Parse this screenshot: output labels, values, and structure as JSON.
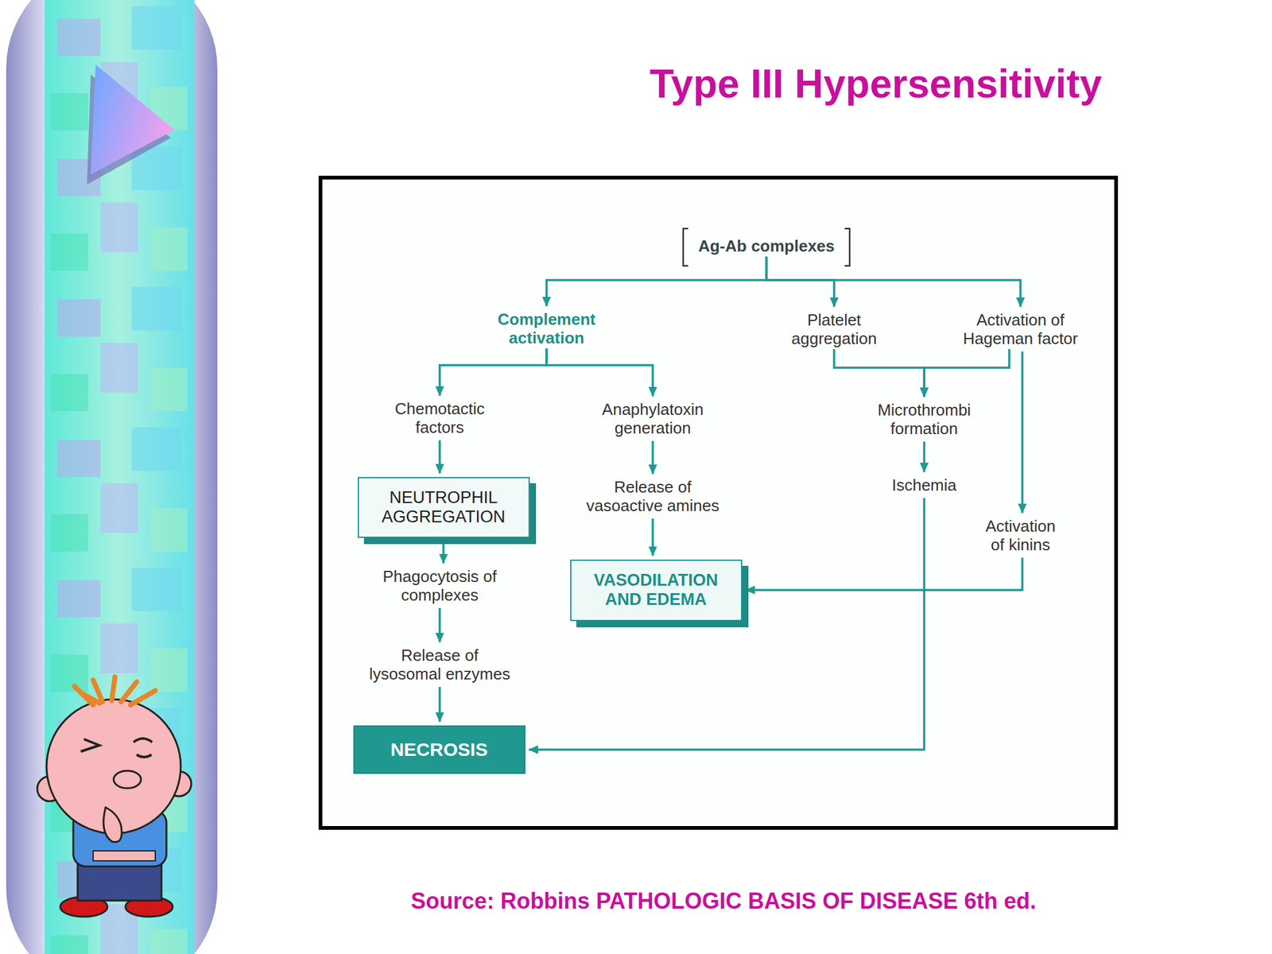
{
  "diagram": {
    "title": "Type III Hypersensitivity",
    "caption": "Source: Robbins PATHOLOGIC BASIS OF DISEASE 6th ed.",
    "nodes": [
      {
        "text": [
          "Ag-Ab complexes"
        ]
      },
      {
        "text": [
          "Complement activation"
        ]
      },
      {
        "text": [
          "Platelet aggregation"
        ]
      },
      {
        "text": [
          "Activation of Hageman factor"
        ]
      },
      {
        "text": [
          "Chemotactic factors"
        ]
      },
      {
        "text": [
          "Anaphylatoxin generation"
        ]
      },
      {
        "text": [
          "Microthrombi formation"
        ]
      },
      {
        "text": [
          "NEUTROPHIL AGGREGATION"
        ]
      },
      {
        "text": [
          "Release of vasoactive amines"
        ]
      },
      {
        "text": [
          "Ischemia"
        ]
      },
      {
        "text": [
          "Activation of kinins"
        ]
      },
      {
        "text": [
          "Phagocytosis of complexes"
        ]
      },
      {
        "text": [
          "VASODILATION AND EDEMA"
        ]
      },
      {
        "text": [
          "Release of lysosomal enzymes"
        ]
      },
      {
        "text": [
          "NECROSIS"
        ]
      }
    ],
    "edges": [
      {
        "from": 0,
        "to": 1,
        "arrow": "to"
      },
      {
        "from": 0,
        "to": 2,
        "arrow": "to"
      },
      {
        "from": 0,
        "to": 3,
        "arrow": "to"
      },
      {
        "from": 1,
        "to": 4,
        "arrow": "to"
      },
      {
        "from": 1,
        "to": 5,
        "arrow": "to"
      },
      {
        "from": 2,
        "to": 6,
        "arrow": "to"
      },
      {
        "from": 3,
        "to": 6,
        "arrow": "to"
      },
      {
        "from": 3,
        "to": 10,
        "arrow": "to"
      },
      {
        "from": 4,
        "to": 7,
        "arrow": "to"
      },
      {
        "from": 5,
        "to": 8,
        "arrow": "to"
      },
      {
        "from": 6,
        "to": 9,
        "arrow": "to"
      },
      {
        "from": 7,
        "to": 11,
        "arrow": "to"
      },
      {
        "from": 8,
        "to": 12,
        "arrow": "to"
      },
      {
        "from": 10,
        "to": 12,
        "arrow": "to"
      },
      {
        "from": 11,
        "to": 13,
        "arrow": "to"
      },
      {
        "from": 13,
        "to": 14,
        "arrow": "to"
      },
      {
        "from": 9,
        "to": 14,
        "arrow": "to"
      }
    ]
  }
}
